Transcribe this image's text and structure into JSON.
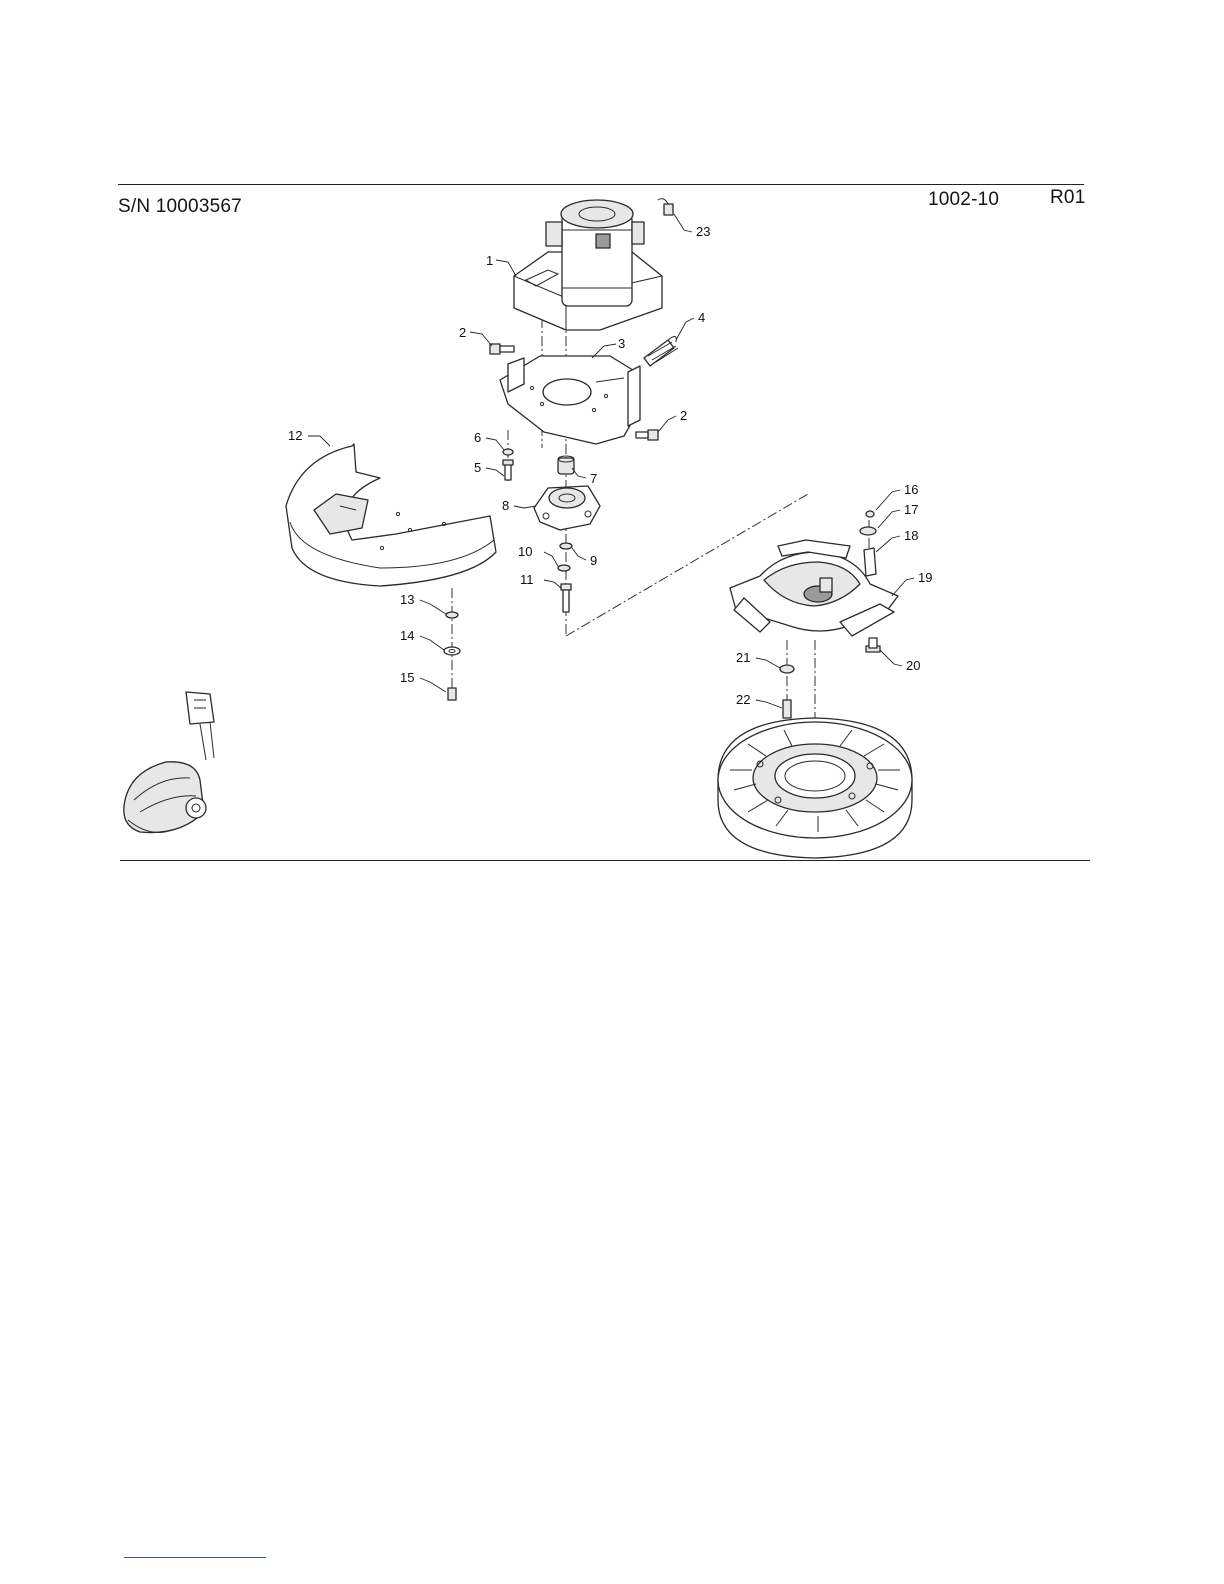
{
  "header": {
    "serial": "S/N 10003567",
    "page_code": "1002-10",
    "revision": "R01"
  },
  "callouts": {
    "c1": "1",
    "c2a": "2",
    "c2b": "2",
    "c3": "3",
    "c4": "4",
    "c5": "5",
    "c6": "6",
    "c7": "7",
    "c8": "8",
    "c9": "9",
    "c10": "10",
    "c11": "11",
    "c12": "12",
    "c13": "13",
    "c14": "14",
    "c15": "15",
    "c16": "16",
    "c17": "17",
    "c18": "18",
    "c19": "19",
    "c20": "20",
    "c21": "21",
    "c22": "22",
    "c23": "23"
  }
}
